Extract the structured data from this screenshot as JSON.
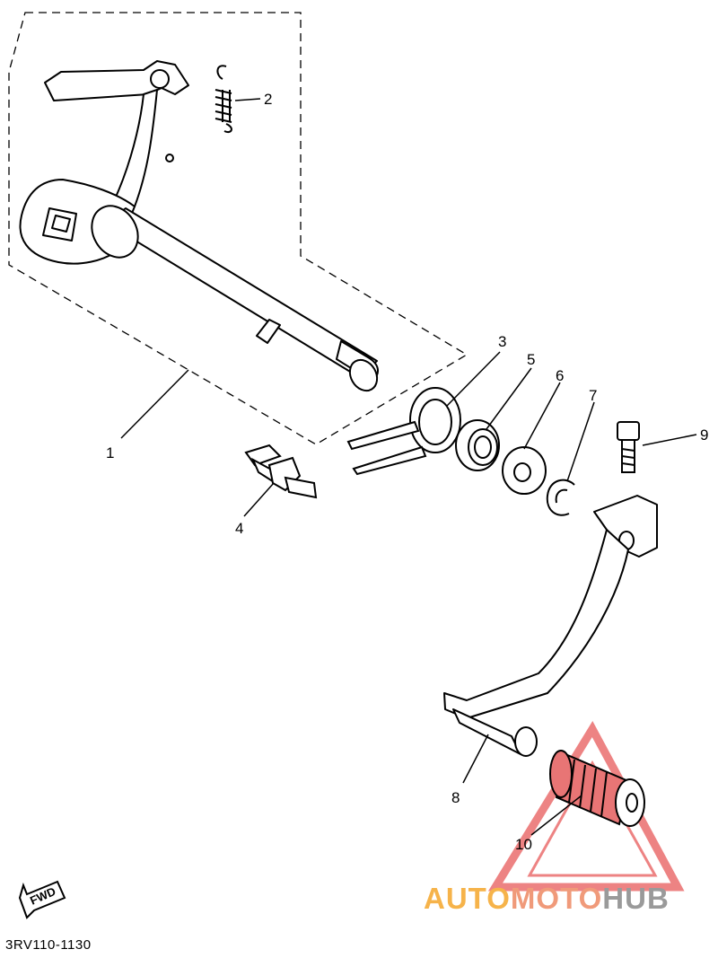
{
  "diagram_code": "3RV110-1130",
  "direction_label": "FWD",
  "watermark": {
    "part1": "AUTO",
    "part2": "MOTO",
    "part3": "HUB"
  },
  "callouts": [
    "1",
    "2",
    "3",
    "4",
    "5",
    "6",
    "7",
    "8",
    "9",
    "10"
  ],
  "colors": {
    "line": "#000000",
    "watermark_red": "#e85a5a",
    "watermark_orange": "#f6b34a",
    "watermark_gray": "#9a9a9a",
    "pedal_rubber": "#e87575"
  }
}
